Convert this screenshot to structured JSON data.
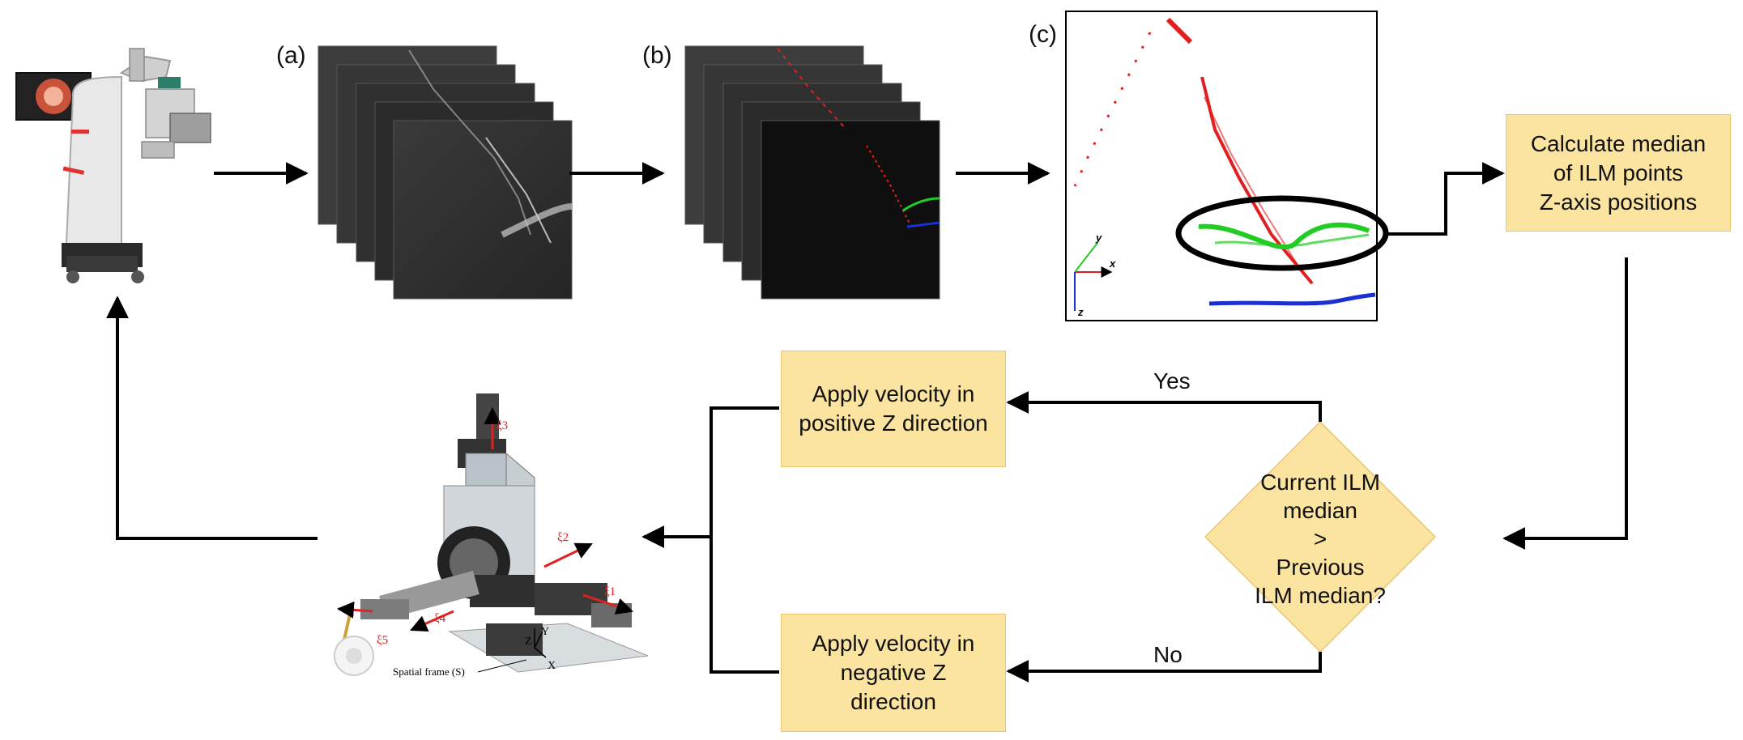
{
  "panels": {
    "a": "(a)",
    "b": "(b)",
    "c": "(c)"
  },
  "plot_axes": {
    "x": "x",
    "y": "y",
    "z": "z"
  },
  "boxes": {
    "calculate_median": "Calculate median\nof ILM points\nZ-axis positions",
    "apply_positive": "Apply velocity in\npositive Z direction",
    "apply_negative": "Apply velocity in\nnegative Z\ndirection"
  },
  "decision": {
    "text": "Current ILM\nmedian\n>\nPrevious\nILM median?",
    "yes_label": "Yes",
    "no_label": "No"
  },
  "robot": {
    "frame_label": "Spatial frame (S)",
    "joints": [
      "ξ1",
      "ξ2",
      "ξ3",
      "ξ4",
      "ξ5"
    ],
    "axes": [
      "Z",
      "Y",
      "X"
    ]
  },
  "colors": {
    "box_fill": "#fbe3a0",
    "ilm_red": "#e02020",
    "rpe_green": "#22cc22",
    "choroid_blue": "#1c2fd0"
  }
}
